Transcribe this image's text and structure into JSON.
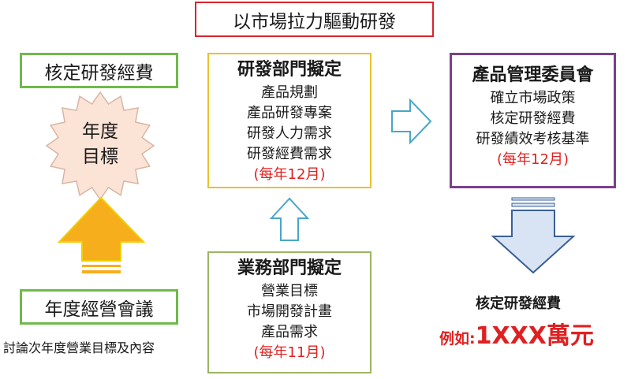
{
  "title": "以市場拉力驅動研發",
  "left_top_box": "核定研發經費",
  "star_label": [
    "年度",
    "目標"
  ],
  "left_bottom_box": "年度經營會議",
  "left_bottom_caption": "討論次年度營業目標及內容",
  "rd_box": {
    "header": "研發部門擬定",
    "items": [
      "產品規劃",
      "產品研發專案",
      "研發人力需求",
      "研發經費需求"
    ],
    "schedule": "(每年12月)"
  },
  "sales_box": {
    "header": "業務部門擬定",
    "items": [
      "營業目標",
      "市場開發計畫",
      "產品需求"
    ],
    "schedule": "(每年11月)"
  },
  "committee_box": {
    "header": "產品管理委員會",
    "items": [
      "確立市場政策",
      "核定研發經費",
      "研發績效考核基準"
    ],
    "schedule": "(每年12月)"
  },
  "result": {
    "label": "核定研發經費",
    "example_prefix": "例如:",
    "example_value": "1XXX萬元"
  },
  "colors": {
    "title_border": "#d9242a",
    "green_border": "#6fba4a",
    "yellow_border": "#e8c22c",
    "olive_border": "#9cb561",
    "purple_border": "#7c3f8c",
    "star_fill": "#fbe3d6",
    "star_stroke": "#d8b6a4",
    "arrow_up_fill": "#f7ae1c",
    "arrow_up_stroke": "#f0d000",
    "outline_arrow_stroke": "#4aa6c8",
    "down_arrow_fill": "#d8e4f3",
    "down_arrow_stroke": "#3a5f95",
    "highlight_red": "#e02020"
  }
}
